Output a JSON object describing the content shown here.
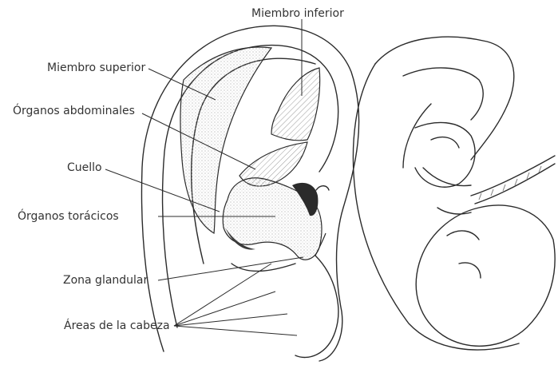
{
  "labels": {
    "miembro_inferior": "Miembro inferior",
    "miembro_superior": "Miembro superior",
    "organos_abdominales": "Órganos abdominales",
    "cuello": "Cuello",
    "organos_toracicos": "Órganos torácicos",
    "zona_glandular": "Zona glandular",
    "areas_cabeza": "Áreas de la cabeza"
  },
  "colors": {
    "ink": "#2b2b2b",
    "hatch": "#8a8a8a",
    "stipple": "#b5b5b5",
    "background": "#ffffff"
  },
  "icons": [
    "ear-outline-illustration",
    "fetus-illustration"
  ]
}
